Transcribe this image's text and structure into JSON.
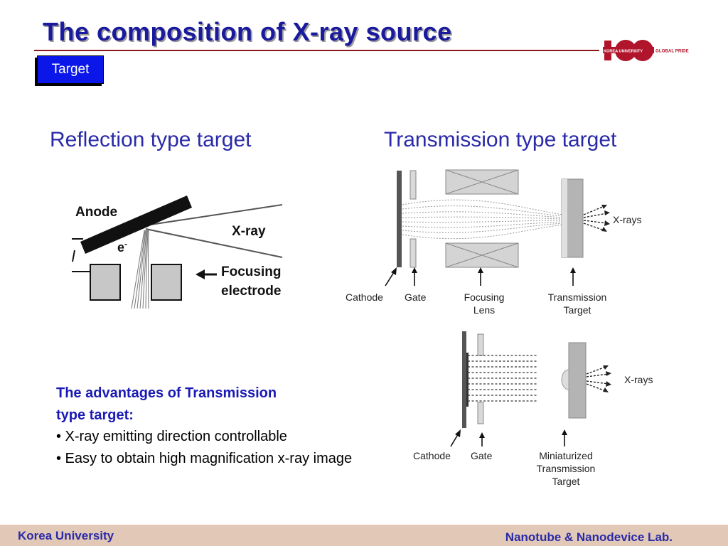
{
  "header": {
    "title": "The composition of X-ray source",
    "tag": "Target",
    "logo": {
      "mark": "100",
      "text_left": "KOREA UNIVERSITY",
      "text_right": "GLOBAL PRIDE",
      "color": "#b0152b"
    }
  },
  "sections": {
    "reflection_title": "Reflection type target",
    "transmission_title": "Transmission type target"
  },
  "reflection_diagram": {
    "anode": "Anode",
    "electron": "e",
    "electron_sup": "-",
    "xray": "X-ray",
    "focusing_line1": "Focusing",
    "focusing_line2": "electrode"
  },
  "transmission_diagram": {
    "cathode": "Cathode",
    "gate": "Gate",
    "focusing_line1": "Focusing",
    "focusing_line2": "Lens",
    "target_line1": "Transmission",
    "target_line2": "Target",
    "xrays": "X-rays"
  },
  "miniaturized_diagram": {
    "cathode": "Cathode",
    "gate": "Gate",
    "target_line1": "Miniaturized",
    "target_line2": "Transmission",
    "target_line3": "Target",
    "xrays": "X-rays"
  },
  "advantages": {
    "title_line1": "The advantages of Transmission",
    "title_line2": "type target:",
    "item1": "• X-ray emitting direction controllable",
    "item2": "• Easy to obtain high magnification x-ray image"
  },
  "footer": {
    "left": "Korea University",
    "right": "Nanotube & Nanodevice Lab."
  },
  "colors": {
    "title": "#1a1a9e",
    "rule": "#8c1a1a",
    "tag_bg": "#0a17e8",
    "heading": "#2a2aa8",
    "footer_bg": "#e2c9b7"
  }
}
